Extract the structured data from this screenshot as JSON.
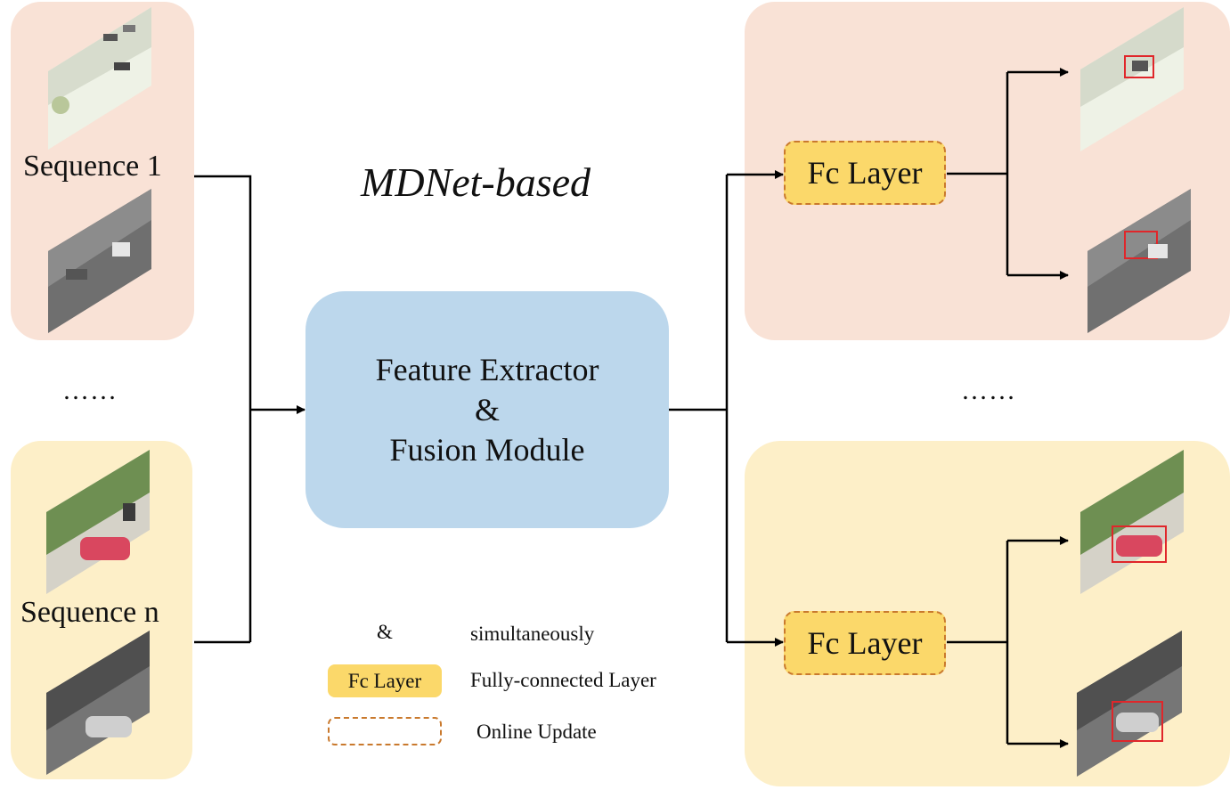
{
  "title": "MDNet-based",
  "sequences": [
    {
      "label": "Sequence 1"
    },
    {
      "label": "Sequence n"
    }
  ],
  "ellipsis_left": "……",
  "ellipsis_right": "……",
  "extractor": {
    "line1": "Feature Extractor",
    "line2": "&",
    "line3": "Fusion Module"
  },
  "fc_layer_label": "Fc Layer",
  "legend": {
    "amp_symbol": "&",
    "amp_desc": "simultaneously",
    "fc_symbol": "Fc Layer",
    "fc_desc": "Fully-connected Layer",
    "dash_desc": "Online Update"
  },
  "colors": {
    "peach_panel": "#f9e2d6",
    "cream_panel": "#fdefc8",
    "extractor_fill": "#bcd7ec",
    "fc_fill": "#fbd86a",
    "fc_dash": "#c9792d",
    "bbox_red": "#e0262a"
  }
}
